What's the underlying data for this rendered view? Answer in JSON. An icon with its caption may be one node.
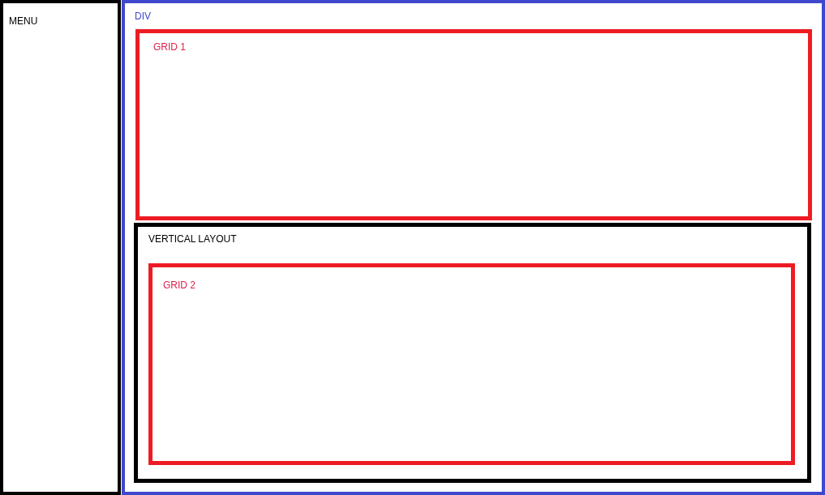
{
  "diagram": {
    "nodes": [
      {
        "text": [
          "MENU"
        ]
      },
      {
        "text": [
          "DIV"
        ]
      },
      {
        "text": [
          "GRID 1"
        ],
        "in": 1
      },
      {
        "text": [
          "VERTICAL LAYOUT"
        ],
        "in": 1
      },
      {
        "text": [
          "GRID 2"
        ],
        "in": 3
      }
    ]
  }
}
